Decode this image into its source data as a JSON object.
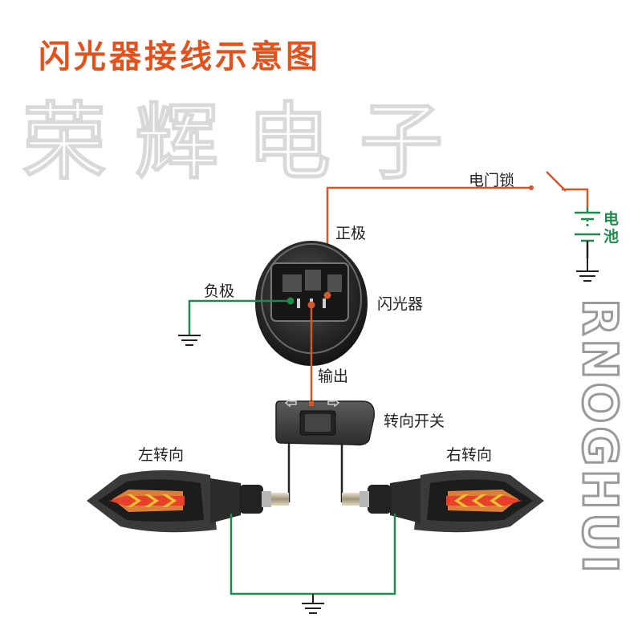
{
  "title": "闪光器接线示意图",
  "watermark": "荣辉电子",
  "brand": "RNOGHUI",
  "labels": {
    "ignition_lock": "电门锁",
    "positive": "正极",
    "negative": "负极",
    "flasher": "闪光器",
    "output": "输出",
    "turn_switch": "转向开关",
    "left_turn": "左转向",
    "right_turn": "右转向",
    "battery": "电池"
  },
  "colors": {
    "title": "#e2521d",
    "positive_wire": "#d2572a",
    "ground_wire": "#1f8a4c",
    "signal_wire": "#222222",
    "battery_label": "#1f8a4c",
    "watermark_stroke": "#d9d9d9",
    "brand_stroke": "#9a9a9a"
  },
  "icons": {
    "ground": "ground-symbol-icon",
    "battery": "battery-symbol-icon",
    "switch": "switch-icon",
    "arrow_left": "arrow-left-icon",
    "arrow_right": "arrow-right-icon"
  }
}
